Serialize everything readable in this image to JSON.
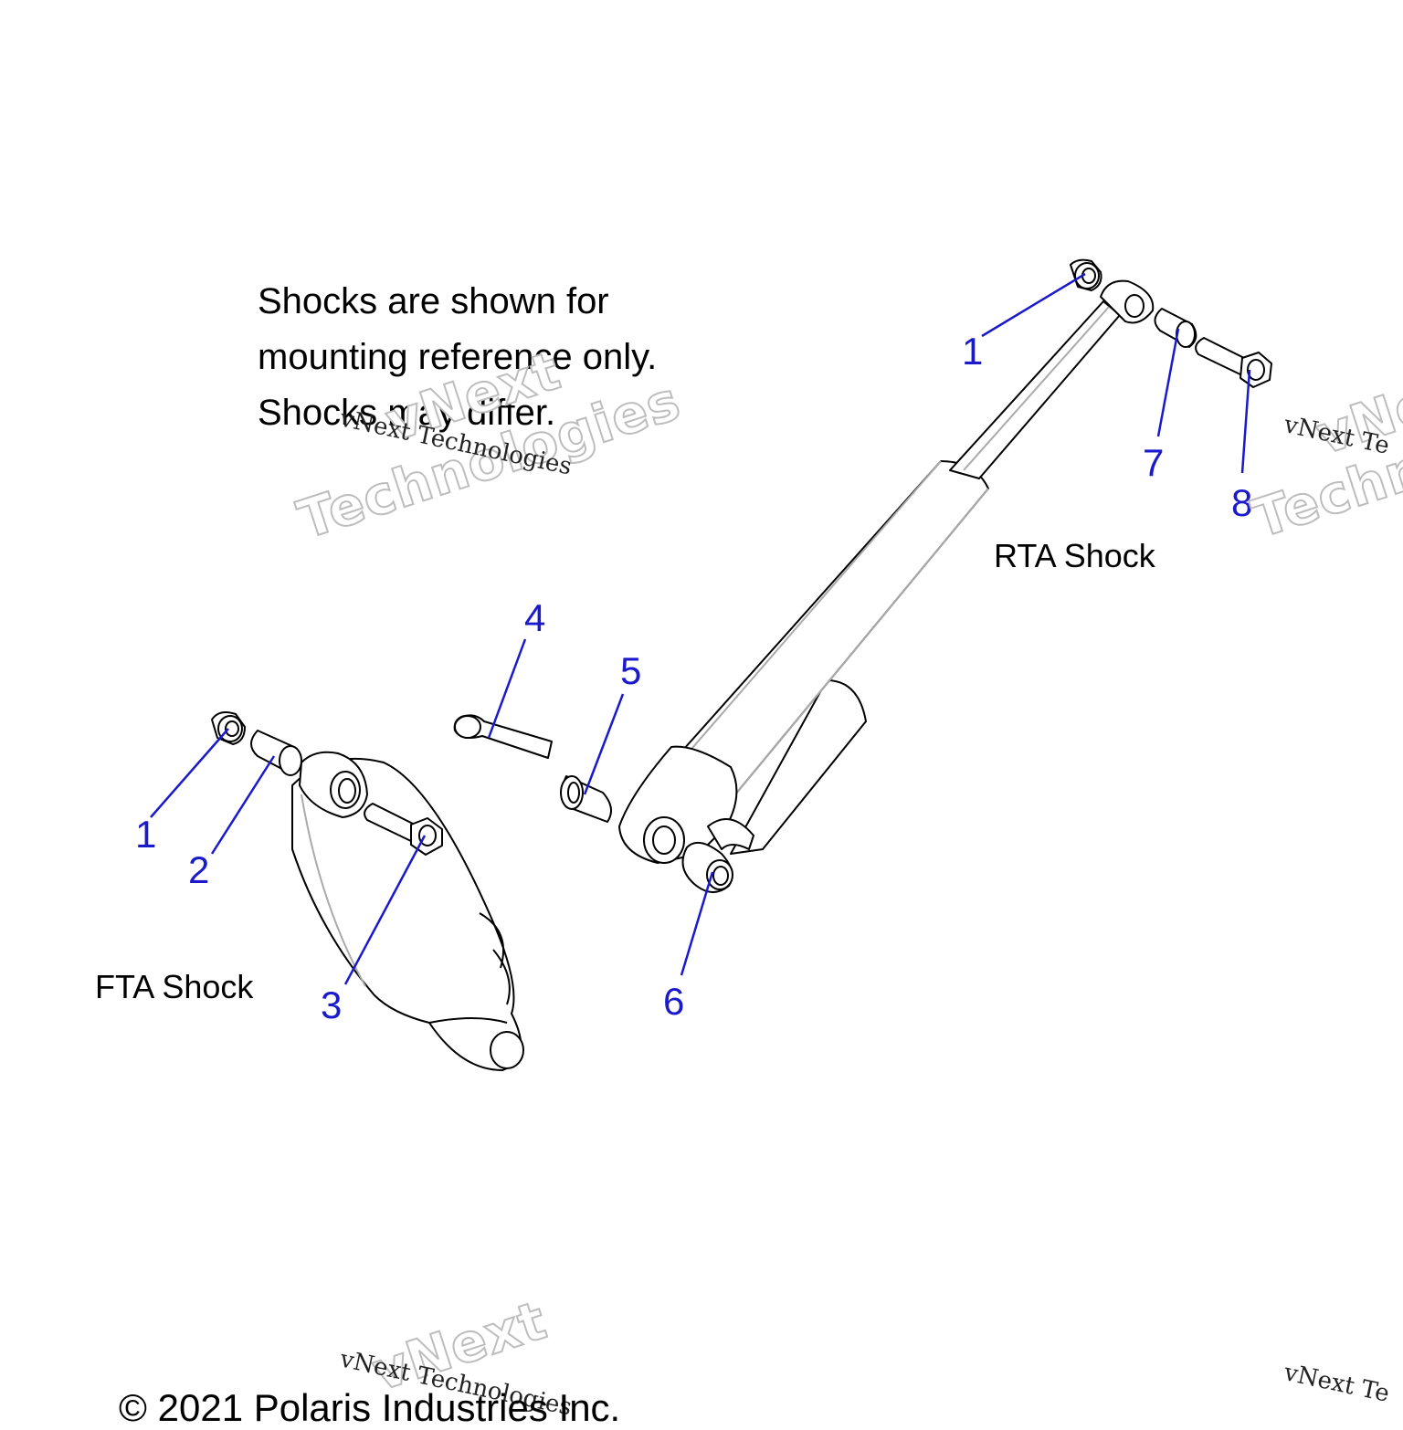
{
  "note": {
    "lines": [
      "Shocks are shown for",
      "mounting reference only.",
      "Shocks may differ."
    ]
  },
  "labels": {
    "rta": "RTA Shock",
    "fta": "FTA Shock"
  },
  "callouts": [
    {
      "id": "1a",
      "number": "1"
    },
    {
      "id": "1b",
      "number": "1"
    },
    {
      "id": "2",
      "number": "2"
    },
    {
      "id": "3",
      "number": "3"
    },
    {
      "id": "4",
      "number": "4"
    },
    {
      "id": "5",
      "number": "5"
    },
    {
      "id": "6",
      "number": "6"
    },
    {
      "id": "7",
      "number": "7"
    },
    {
      "id": "8",
      "number": "8"
    }
  ],
  "watermark": {
    "brand_big_1": "vNext",
    "brand_big_2": "Technologies",
    "brand_small": "vNext Technologies",
    "brand_small_cut": "vNext Te",
    "brand_big_cut_1": "vNe",
    "brand_big_cut_2": "Techno"
  },
  "footer": {
    "copyright": "© 2021 Polaris Industries Inc."
  },
  "colors": {
    "callout": "#1a1acc",
    "line_art": "#000000",
    "watermark_outline": "#bdbdbd"
  }
}
